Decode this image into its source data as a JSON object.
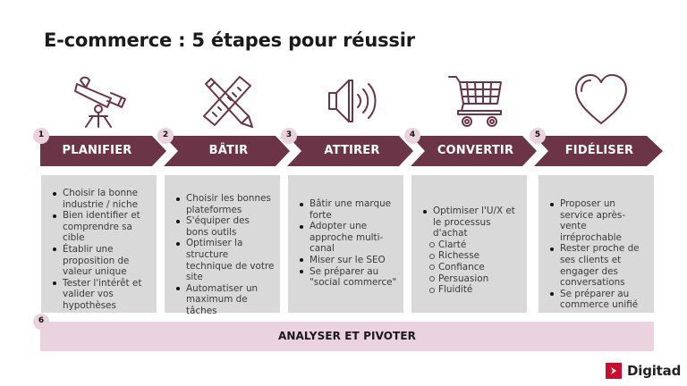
{
  "title": "E-commerce : 5 étapes pour réussir",
  "colors": {
    "arrow_fill": "#6b3447",
    "badge_fill": "#ead3dc",
    "box_fill": "#d9d9d9",
    "bottom_bar_fill": "#ead3dc",
    "icon_stroke": "#6b3447",
    "logo_red": "#c8102e"
  },
  "steps": [
    {
      "number": "1",
      "label": "PLANIFIER",
      "icon": "telescope-icon",
      "bullets": [
        "Choisir la bonne industrie / niche",
        "Bien identifier et comprendre sa cible",
        "Établir une proposition de valeur unique",
        "Tester l'intérêt et valider vos hypothèses"
      ]
    },
    {
      "number": "2",
      "label": "BÂTIR",
      "icon": "pencil-ruler-icon",
      "bullets": [
        "Choisir les bonnes plateformes",
        "S'équiper des bons outils",
        "Optimiser la structure technique de votre site",
        "Automatiser un maximum de tâches"
      ]
    },
    {
      "number": "3",
      "label": "ATTIRER",
      "icon": "speaker-icon",
      "bullets": [
        "Bâtir une marque forte",
        "Adopter une approche multi-canal",
        "Miser sur le SEO",
        "Se préparer au \"social commerce\""
      ]
    },
    {
      "number": "4",
      "label": "CONVERTIR",
      "icon": "shopping-cart-icon",
      "bullets": [
        "Optimiser l'U/X et le processus d'achat"
      ],
      "sub_bullets": [
        "Clarté",
        "Richesse",
        "Confiance",
        "Persuasion",
        "Fluidité"
      ]
    },
    {
      "number": "5",
      "label": "FIDÉLISER",
      "icon": "heart-icon",
      "bullets": [
        "Proposer un service après-vente irréprochable",
        "Rester proche de ses clients et engager des conversations",
        "Se préparer au commerce unifié"
      ]
    }
  ],
  "bottom": {
    "number": "6",
    "label": "ANALYSER ET PIVOTER"
  },
  "logo": {
    "name": "Digitad"
  }
}
